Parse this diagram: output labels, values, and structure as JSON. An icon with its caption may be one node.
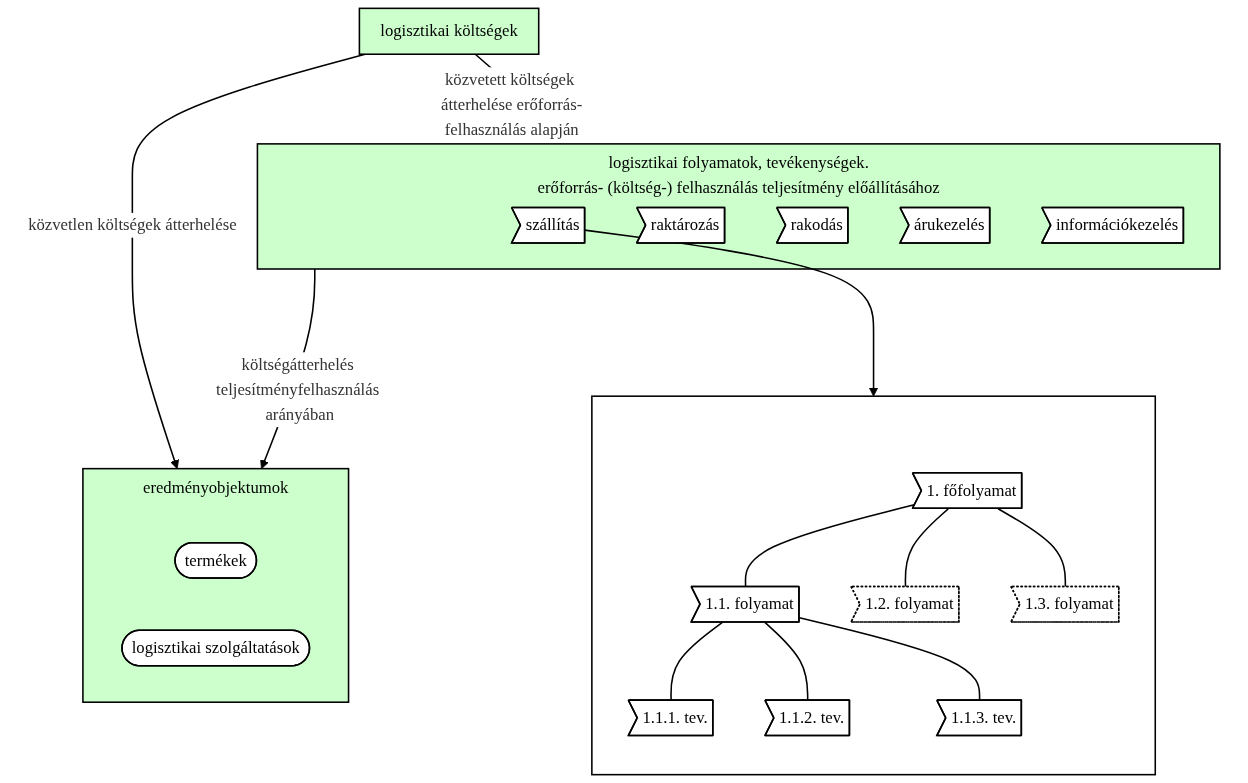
{
  "diagram": {
    "nodes": [
      {
        "text": [
          "logisztikai költségek"
        ]
      },
      {
        "text": [
          "logisztikai folyamatok, tevékenységek.",
          "erőforrás- (költség-) felhasználás teljesítmény előállításához"
        ]
      },
      {
        "text": [
          "szállítás"
        ],
        "in": 1
      },
      {
        "text": [
          "raktározás"
        ],
        "in": 1
      },
      {
        "text": [
          "rakodás"
        ],
        "in": 1
      },
      {
        "text": [
          "árukezelés"
        ],
        "in": 1
      },
      {
        "text": [
          "információkezelés"
        ],
        "in": 1
      },
      {
        "text": [],
        "shape": "box"
      },
      {
        "text": [
          "1. főfolyamat"
        ],
        "in": 7
      },
      {
        "text": [
          "1.1. folyamat"
        ],
        "in": 7
      },
      {
        "text": [
          "1.2. folyamat"
        ],
        "in": 7
      },
      {
        "text": [
          "1.3. folyamat"
        ],
        "in": 7
      },
      {
        "text": [
          "1.1.1. tev."
        ],
        "in": 7
      },
      {
        "text": [
          "1.1.2. tev."
        ],
        "in": 7
      },
      {
        "text": [
          "1.1.3. tev."
        ],
        "in": 7
      },
      {
        "text": [
          "eredményobjektumok"
        ]
      },
      {
        "text": [
          "termékek"
        ],
        "in": 15
      },
      {
        "text": [
          "logisztikai szolgáltatások"
        ],
        "in": 15
      }
    ],
    "edges": [
      {
        "from": 0,
        "to": 15,
        "arrow": "to",
        "label": "közvetlen költségek átterhelése"
      },
      {
        "from": 0,
        "to": 1,
        "arrow": "to",
        "label": "közvetett költségek átterhelése erőforrás-felhasználás alapján"
      },
      {
        "from": 1,
        "to": 15,
        "arrow": "to",
        "label": "költségátterhelés teljesítményfelhasználás arányában"
      },
      {
        "from": 2,
        "to": 7,
        "arrow": "to"
      },
      {
        "from": 8,
        "to": 9,
        "arrow": "none"
      },
      {
        "from": 8,
        "to": 10,
        "arrow": "none"
      },
      {
        "from": 8,
        "to": 11,
        "arrow": "none"
      },
      {
        "from": 9,
        "to": 12,
        "arrow": "none"
      },
      {
        "from": 9,
        "to": 13,
        "arrow": "none"
      },
      {
        "from": 9,
        "to": 14,
        "arrow": "none"
      }
    ]
  }
}
